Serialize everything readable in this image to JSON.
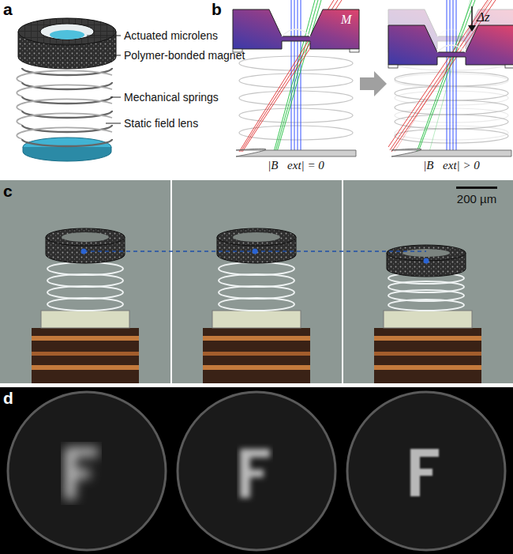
{
  "diagram": {
    "labels": [
      "a",
      "b",
      "c",
      "d",
      "Actuated microlens",
      "Polymer-bonded magnet",
      "Mechanical springs",
      "Static field lens",
      "M⃗",
      "Δz",
      "|B⃗ext| = 0",
      "|B⃗ext| > 0",
      "200 µm"
    ]
  }
}
